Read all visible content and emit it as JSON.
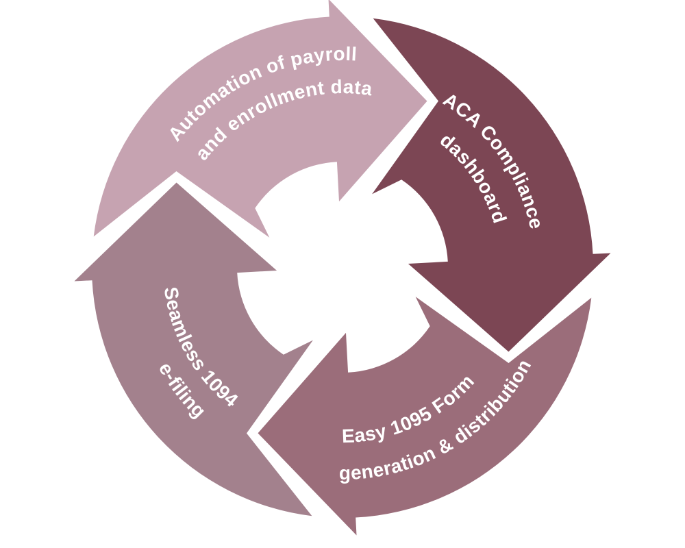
{
  "diagram": {
    "type": "cycle",
    "direction": "clockwise",
    "background_color": "#ffffff",
    "label_color": "#ffffff",
    "steps": [
      {
        "id": "automation-payroll-enrollment",
        "position": "top-left",
        "color": "#c6a3b1",
        "lines": [
          "Automation of payroll",
          "and enrollment data"
        ]
      },
      {
        "id": "aca-compliance-dashboard",
        "position": "right",
        "color": "#7c4654",
        "lines": [
          "ACA Compliance",
          "dashboard"
        ]
      },
      {
        "id": "easy-1095-form",
        "position": "bottom",
        "color": "#9b6d7a",
        "lines": [
          "Easy 1095 Form",
          "generation & distribution"
        ]
      },
      {
        "id": "seamless-1094-efiling",
        "position": "left",
        "color": "#a3818d",
        "lines": [
          "Seamless 1094",
          "e-filing"
        ]
      }
    ]
  }
}
